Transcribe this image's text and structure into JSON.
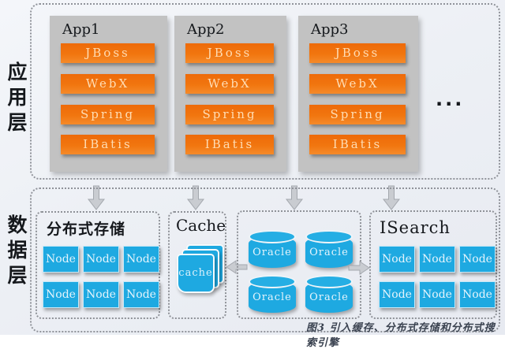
{
  "app_layer": {
    "label": "应用层",
    "ellipsis": "...",
    "apps": [
      {
        "title": "App1",
        "components": [
          "JBoss",
          "WebX",
          "Spring",
          "IBatis"
        ]
      },
      {
        "title": "App2",
        "components": [
          "JBoss",
          "WebX",
          "Spring",
          "IBatis"
        ]
      },
      {
        "title": "App3",
        "components": [
          "JBoss",
          "WebX",
          "Spring",
          "IBatis"
        ]
      }
    ]
  },
  "data_layer": {
    "label": "数据层",
    "storage": {
      "title": "分布式存储",
      "nodes": [
        "Node",
        "Node",
        "Node",
        "Node",
        "Node",
        "Node"
      ]
    },
    "cache": {
      "title": "Cache",
      "icon_label": "cache"
    },
    "database": {
      "instances": [
        "Oracle",
        "Oracle",
        "Oracle",
        "Oracle"
      ]
    },
    "search": {
      "title": "ISearch",
      "nodes": [
        "Node",
        "Node",
        "Node",
        "Node",
        "Node",
        "Node"
      ]
    }
  },
  "caption": "图3 引入缓存、分布式存储和分布式搜索引擎",
  "colors": {
    "component_orange": "#ef6f0f",
    "node_blue": "#1ea9e1",
    "app_card_gray": "#c2c2c2",
    "background": "#edf0f5",
    "arrow_gray": "#c9ccd1",
    "dashed_border": "#90939a"
  }
}
